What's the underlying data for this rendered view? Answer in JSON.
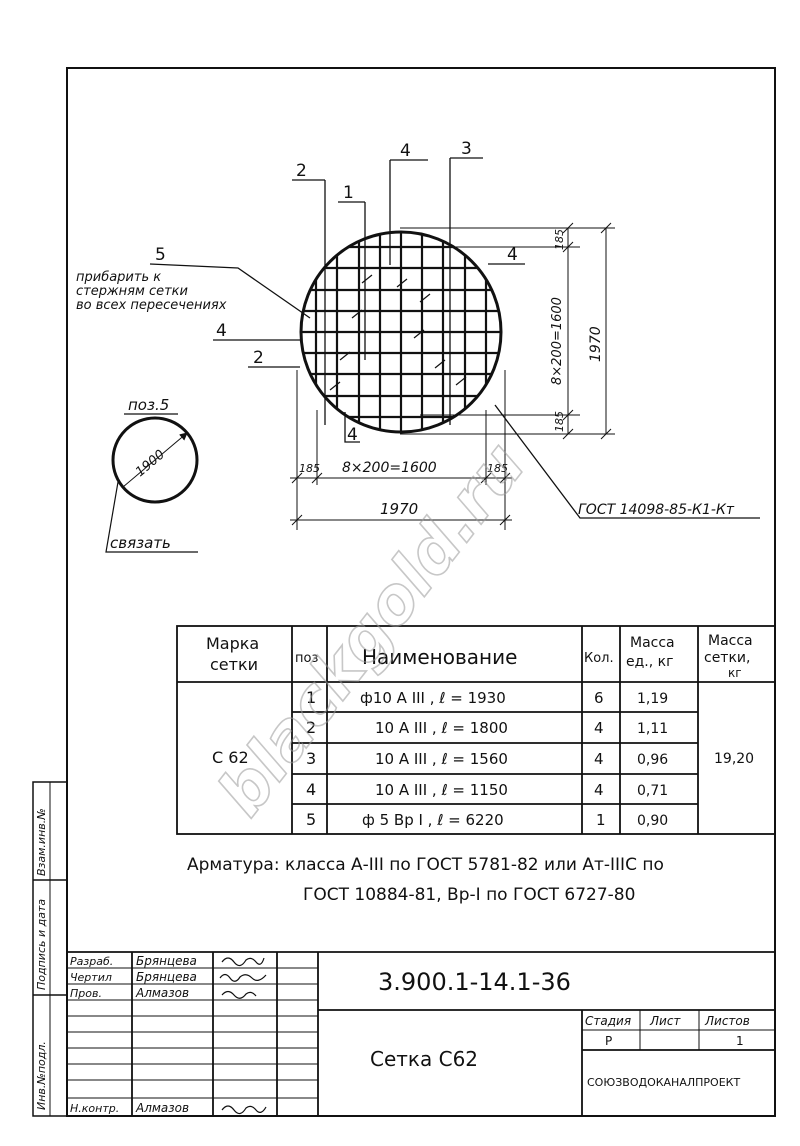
{
  "drawing": {
    "callouts": {
      "c4": "4",
      "c3": "3",
      "c2": "2",
      "c1": "1",
      "c5": "5",
      "c4_right": "4",
      "c4_left": "4",
      "c2_left": "2",
      "c4_bottom": "4"
    },
    "note_weld": [
      "прибарить к",
      "стержням сетки",
      "во всех пересечениях"
    ],
    "dims": {
      "top_edge": "185",
      "vertical_span": "8×200=1600",
      "bottom_edge": "185",
      "overall_vertical": "1970",
      "left_edge": "185",
      "horizontal_span": "8×200=1600",
      "right_edge": "185",
      "overall_horizontal": "1970"
    },
    "standard": "ГОСТ 14098-85-К1-Кт",
    "pos5": {
      "title": "поз.5",
      "diameter": "1900",
      "note": "связать"
    }
  },
  "spec_table": {
    "headers": {
      "mark": [
        "Марка",
        "сетки"
      ],
      "pos": "поз",
      "name": "Наименование",
      "qty": "Кол.",
      "unit_mass": [
        "Масса",
        "ед., кг"
      ],
      "net_mass": [
        "Масса",
        "сетки,",
        "кг"
      ]
    },
    "mark": "С 62",
    "total_mass": "19,20",
    "rows": [
      {
        "pos": "1",
        "name": "ф10 А III , ℓ = 1930",
        "qty": "6",
        "mass": "1,19"
      },
      {
        "pos": "2",
        "name": "10 А III , ℓ = 1800",
        "qty": "4",
        "mass": "1,11"
      },
      {
        "pos": "3",
        "name": "10 А III , ℓ = 1560",
        "qty": "4",
        "mass": "0,96"
      },
      {
        "pos": "4",
        "name": "10 А III , ℓ = 1150",
        "qty": "4",
        "mass": "0,71"
      },
      {
        "pos": "5",
        "name": "ф 5 Вр I , ℓ = 6220",
        "qty": "1",
        "mass": "0,90"
      }
    ]
  },
  "note": {
    "line1": "Арматура: класса А-III по ГОСТ 5781-82 или Ат-IIIС по",
    "line2": "ГОСТ 10884-81, Вр-I по ГОСТ 6727-80"
  },
  "title_block": {
    "code": "3.900.1-14.1-36",
    "title": "Сетка С62",
    "stage_label": "Стадия",
    "sheet_label": "Лист",
    "sheets_label": "Листов",
    "stage": "Р",
    "sheets": "1",
    "org": "СОЮЗВОДОКАНАЛПРОЕКТ",
    "roles": [
      {
        "role": "Разраб.",
        "name": "Брянцева"
      },
      {
        "role": "Чертил",
        "name": "Брянцева"
      },
      {
        "role": "Пров.",
        "name": "Алмазов"
      },
      {
        "role": "Н.контр.",
        "name": "Алмазов"
      }
    ]
  },
  "side_stamp": {
    "inv_podl": "Инв.№подл.",
    "podpis": "Подпись и дата",
    "vzam": "Взам.инв.№"
  },
  "watermark": "blackgold.ru"
}
